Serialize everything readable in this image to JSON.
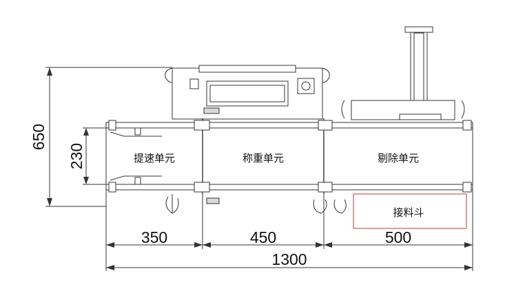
{
  "units": {
    "accelerate_unit": "提速单元",
    "weighing_unit": "称重单元",
    "reject_unit": "剔除单元",
    "hopper": "接料斗"
  },
  "dimensions": {
    "height_total": "650",
    "height_belt": "230",
    "width_accelerate": "350",
    "width_weighing": "450",
    "width_reject": "500",
    "width_total": "1300"
  },
  "colors": {
    "line": "#333333",
    "hopper_outline": "#c0392b"
  }
}
